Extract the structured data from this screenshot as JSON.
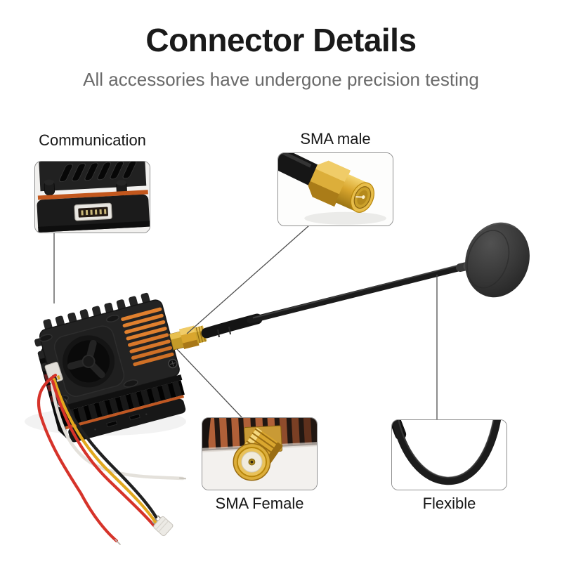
{
  "page": {
    "title": "Connector Details",
    "subtitle": "All accessories have undergone precision testing"
  },
  "callouts": {
    "communication": {
      "label": "Communication",
      "position": "top-left",
      "leader": "vertical-down-to-module-side"
    },
    "sma_male": {
      "label": "SMA male",
      "position": "top-center",
      "leader": "diagonal-down-to-gold-connector"
    },
    "sma_female": {
      "label": "SMA Female",
      "position": "bottom-center",
      "leader": "diagonal-up-to-gold-connector"
    },
    "flexible": {
      "label": "Flexible",
      "position": "bottom-right",
      "leader": "vertical-up-to-antenna-cable"
    }
  },
  "product": {
    "parts": [
      "vtx-module",
      "cooling-fan-emblem",
      "orange-heatsink-fins",
      "communication-port",
      "gold-sma-connector-pair",
      "antenna-cable",
      "mushroom-antenna-cap",
      "wire-harness-red-black-yellow-white",
      "jst-plug"
    ]
  },
  "colors": {
    "background": "#ffffff",
    "title_text": "#1a1a1a",
    "subtitle_text": "#6a6a6a",
    "label_text": "#161616",
    "callout_border": "#8f8f8f",
    "leader_line": "#4f4f4f",
    "module_body": "#222222",
    "heatsink_orange": "#e0802e",
    "accent_stripe_orange": "#bf5722",
    "sma_gold": "#d9a62e",
    "sma_gold_highlight": "#f0cc68",
    "antenna_black": "#1b1b1b",
    "antenna_cap_gray": "#3a3a3a",
    "wire_red": "#d6332a",
    "wire_black": "#212121",
    "wire_yellow": "#e2a81e",
    "wire_white": "#e4e1db",
    "ceramic_white": "#f0ebdd"
  }
}
